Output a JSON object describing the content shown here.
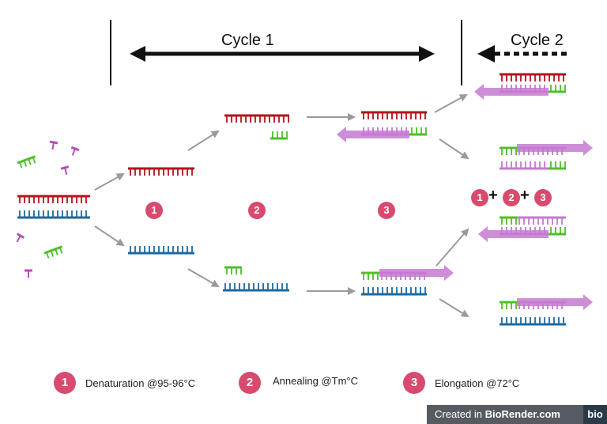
{
  "cycle1_label": "Cycle 1",
  "cycle2_label": "Cycle 2",
  "steps": [
    {
      "number": "1",
      "text": "Denaturation @95-96°C"
    },
    {
      "number": "2",
      "text": "Annealing @Tm°C"
    },
    {
      "number": "3",
      "text": "Elongation @72°C"
    }
  ],
  "combo": {
    "n1": "1",
    "plus1": "+",
    "n2": "2",
    "plus2": "+",
    "n3": "3"
  },
  "footer": {
    "prefix": "Created in ",
    "brand": "BioRender.com",
    "logo": "bio"
  },
  "colors": {
    "red_strand": "#b5121b",
    "blue_strand": "#1e6aa0",
    "green_primer": "#4fbf2a",
    "pink_new": "#c47ad0",
    "purple_nucleotide": "#b14fb8",
    "badge": "#d84a6e",
    "arrow_gray": "#9a9a9a",
    "cycle_arrow": "#111111"
  }
}
